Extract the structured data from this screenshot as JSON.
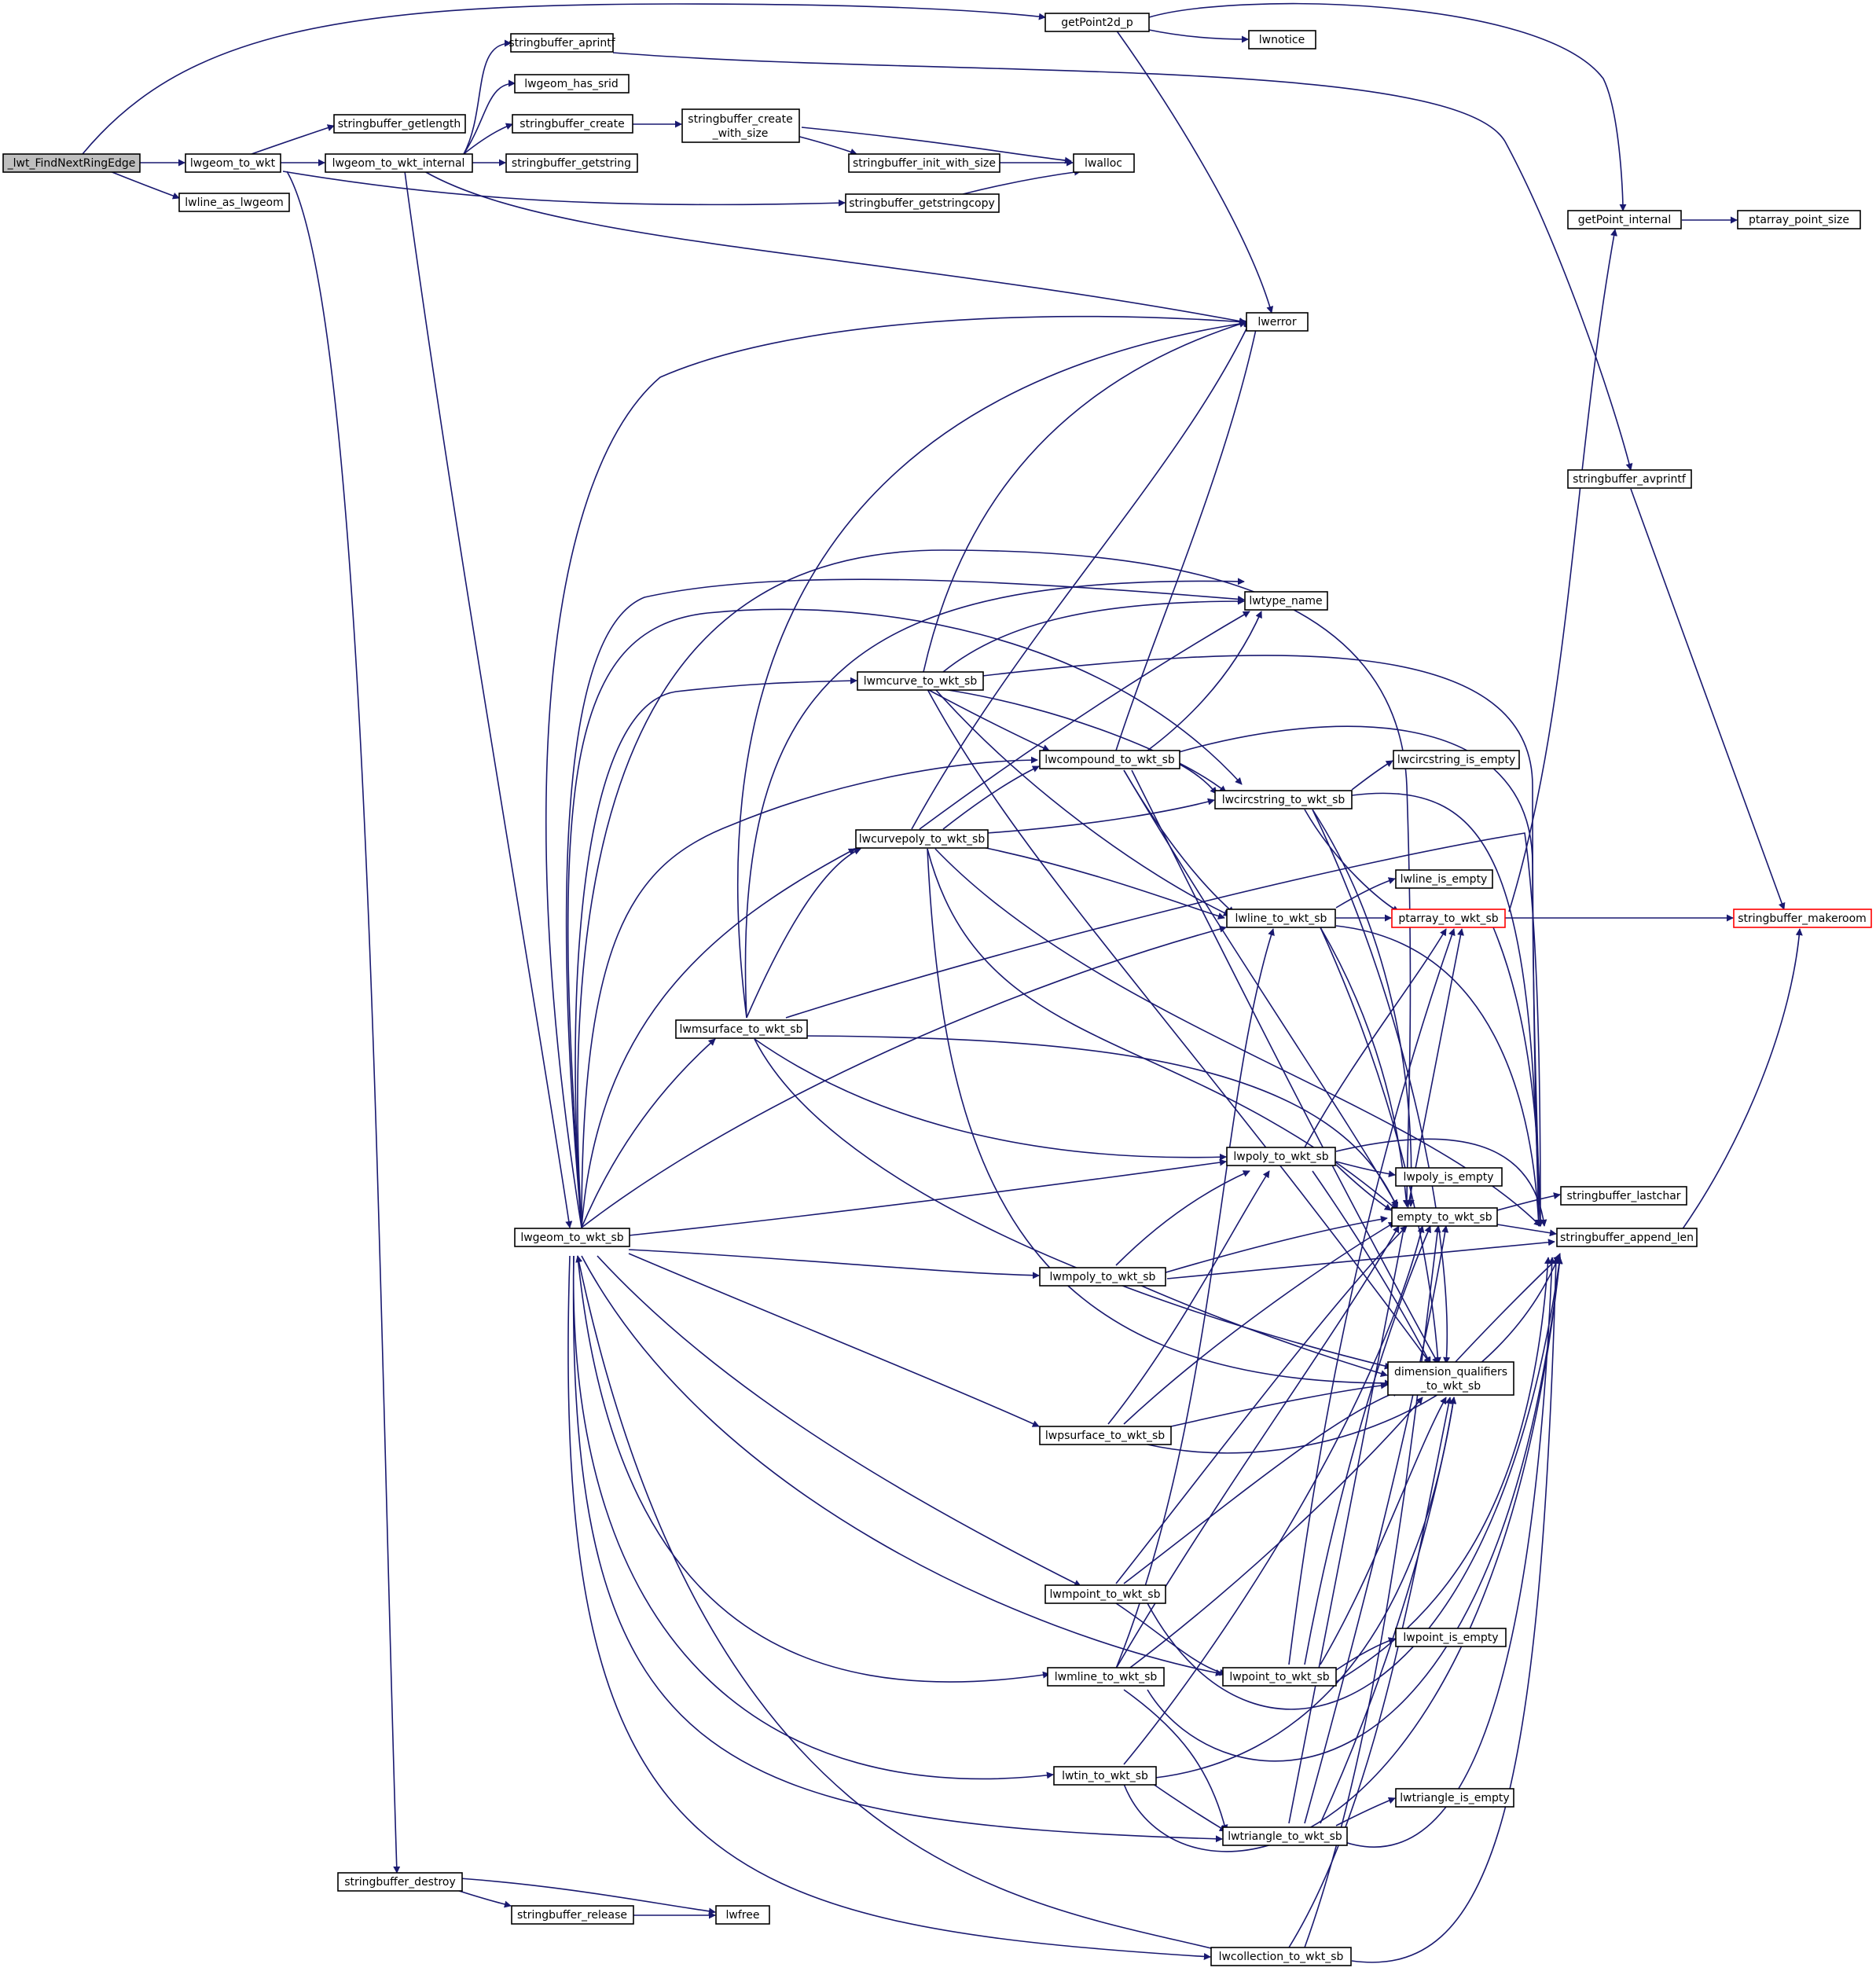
{
  "edge_color": "#191970",
  "root_fill": "#bfbfbf",
  "partial_border": "#ff0000",
  "nodes": {
    "n_root": "_lwt_FindNextRingEdge",
    "n_lwgeom_to_wkt": "lwgeom_to_wkt",
    "n_lwline_as_lwgeom": "lwline_as_lwgeom",
    "n_getPoint2d_p": "getPoint2d_p",
    "n_lwnotice": "lwnotice",
    "n_sb_aprintf": "stringbuffer_aprintf",
    "n_lwgeom_has_srid": "lwgeom_has_srid",
    "n_sb_getlength": "stringbuffer_getlength",
    "n_sb_create": "stringbuffer_create",
    "n_sb_create_ws_1": "stringbuffer_create",
    "n_sb_create_ws_2": "_with_size",
    "n_lwgeom_to_wkt_internal": "lwgeom_to_wkt_internal",
    "n_sb_getstring": "stringbuffer_getstring",
    "n_sb_init_ws": "stringbuffer_init_with_size",
    "n_lwalloc": "lwalloc",
    "n_sb_getstringcopy": "stringbuffer_getstringcopy",
    "n_getPoint_internal": "getPoint_internal",
    "n_ptarray_point_size": "ptarray_point_size",
    "n_lwerror": "lwerror",
    "n_sb_avprintf": "stringbuffer_avprintf",
    "n_lwtype_name": "lwtype_name",
    "n_lwmcurve": "lwmcurve_to_wkt_sb",
    "n_lwcompound": "lwcompound_to_wkt_sb",
    "n_lwcircstring_is_empty": "lwcircstring_is_empty",
    "n_lwcircstring": "lwcircstring_to_wkt_sb",
    "n_lwcurvepoly": "lwcurvepoly_to_wkt_sb",
    "n_lwline_is_empty": "lwline_is_empty",
    "n_lwline": "lwline_to_wkt_sb",
    "n_ptarray": "ptarray_to_wkt_sb",
    "n_sb_makeroom": "stringbuffer_makeroom",
    "n_lwmsurface": "lwmsurface_to_wkt_sb",
    "n_lwpoly": "lwpoly_to_wkt_sb",
    "n_lwpoly_is_empty": "lwpoly_is_empty",
    "n_sb_lastchar": "stringbuffer_lastchar",
    "n_empty": "empty_to_wkt_sb",
    "n_lwgeom_to_wkt_sb": "lwgeom_to_wkt_sb",
    "n_sb_append_len": "stringbuffer_append_len",
    "n_lwmpoly": "lwmpoly_to_wkt_sb",
    "n_dimq_1": "dimension_qualifiers",
    "n_dimq_2": "_to_wkt_sb",
    "n_lwpsurface": "lwpsurface_to_wkt_sb",
    "n_lwmpoint": "lwmpoint_to_wkt_sb",
    "n_lwpoint_is_empty": "lwpoint_is_empty",
    "n_lwmline": "lwmline_to_wkt_sb",
    "n_lwpoint": "lwpoint_to_wkt_sb",
    "n_lwtin": "lwtin_to_wkt_sb",
    "n_lwtriangle_is_empty": "lwtriangle_is_empty",
    "n_lwtriangle": "lwtriangle_to_wkt_sb",
    "n_sb_destroy": "stringbuffer_destroy",
    "n_sb_release": "stringbuffer_release",
    "n_lwfree": "lwfree",
    "n_lwcollection": "lwcollection_to_wkt_sb"
  }
}
